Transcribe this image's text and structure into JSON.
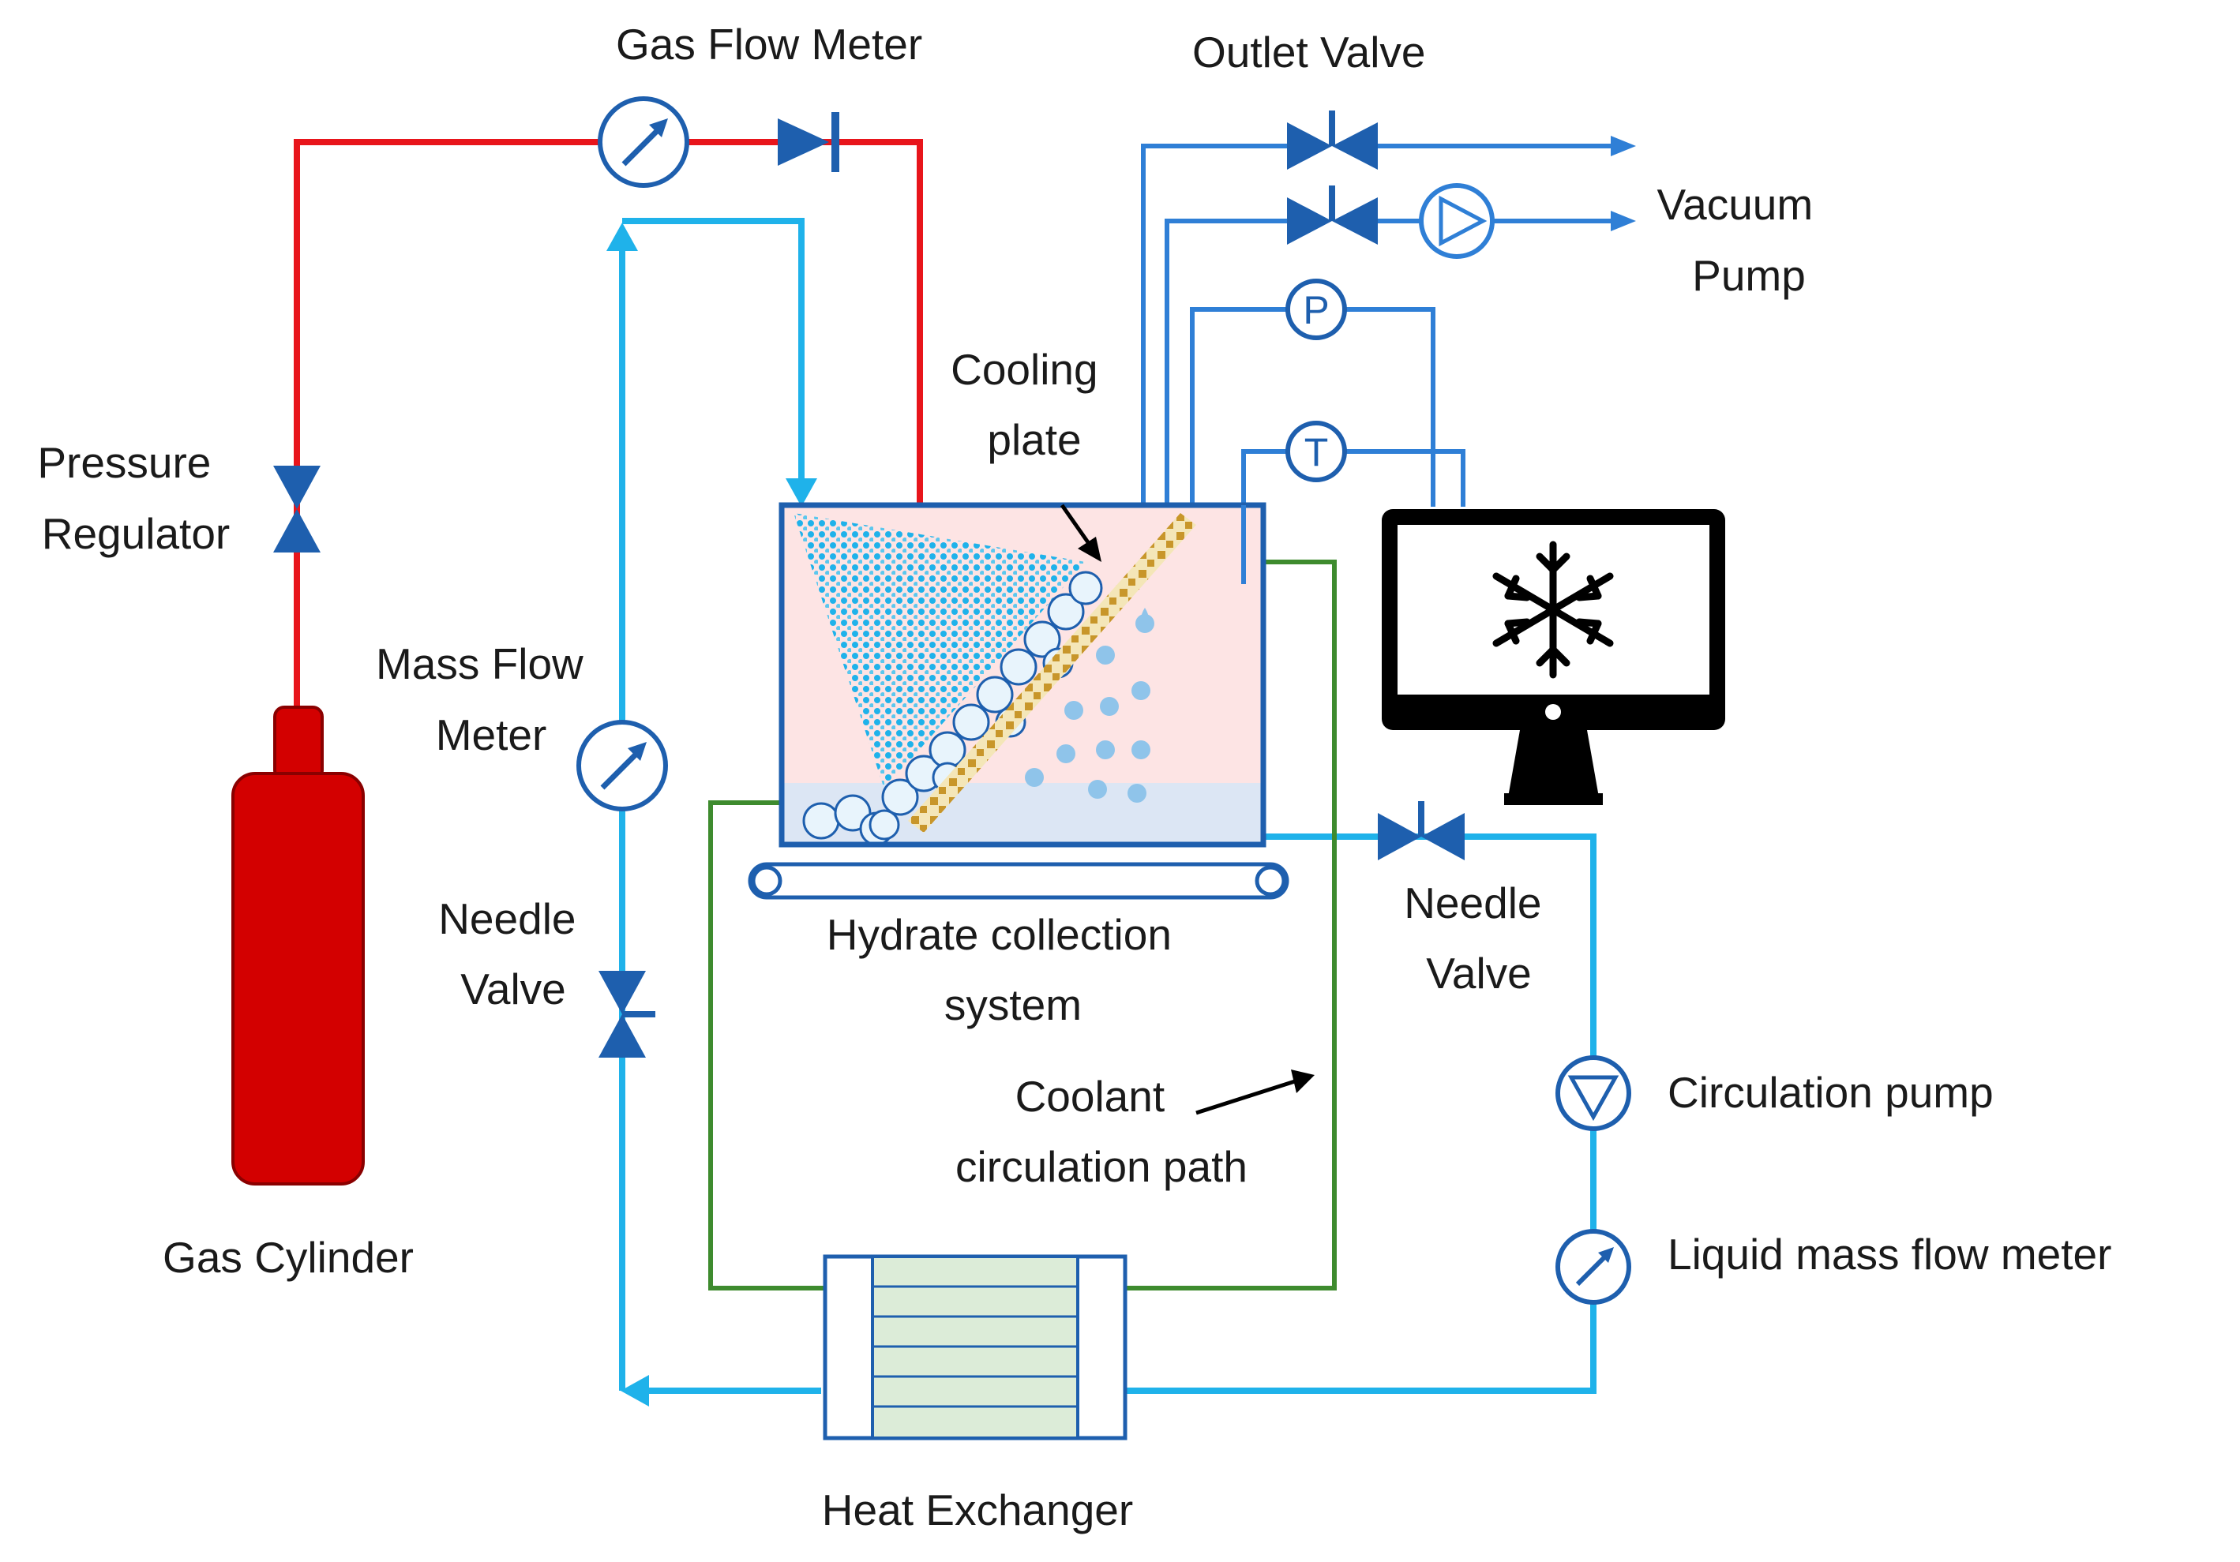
{
  "labels": {
    "gas_flow_meter": "Gas Flow Meter",
    "outlet_valve": "Outlet Valve",
    "vacuum_pump": [
      "Vacuum",
      "Pump"
    ],
    "pressure_regulator": [
      "Pressure",
      "Regulator"
    ],
    "cooling_plate": [
      "Cooling",
      "plate"
    ],
    "mass_flow_meter": [
      "Mass Flow",
      "Meter"
    ],
    "needle_valve_left": [
      "Needle",
      "Valve"
    ],
    "needle_valve_right": [
      "Needle",
      "Valve"
    ],
    "hydrate_collection": [
      "Hydrate collection",
      "system"
    ],
    "coolant_path": [
      "Coolant",
      "circulation path"
    ],
    "circulation_pump": "Circulation pump",
    "liquid_mass_flow_meter": "Liquid mass flow meter",
    "gas_cylinder": "Gas Cylinder",
    "heat_exchanger": "Heat Exchanger",
    "pressure_gauge_symbol": "P",
    "temperature_gauge_symbol": "T"
  },
  "icons": {
    "monitor": "snowflake-monitor-icon",
    "gas_meter": "arrow-gauge-icon",
    "check_valve": "check-valve-icon",
    "valve": "bowtie-valve-icon",
    "pump": "pump-circle-icon"
  },
  "colors": {
    "gas_line": "#e8151b",
    "water_line": "#1fb2ea",
    "vacuum_line": "#2f7fd6",
    "coolant_line": "#3e8b2e",
    "component_blue": "#1e5fae",
    "cylinder_red": "#d30000",
    "tank_fill_top": "#fde4e4",
    "tank_fill_bottom": "#dce6f4",
    "heat_exchanger_fill": "#dcecd8"
  }
}
